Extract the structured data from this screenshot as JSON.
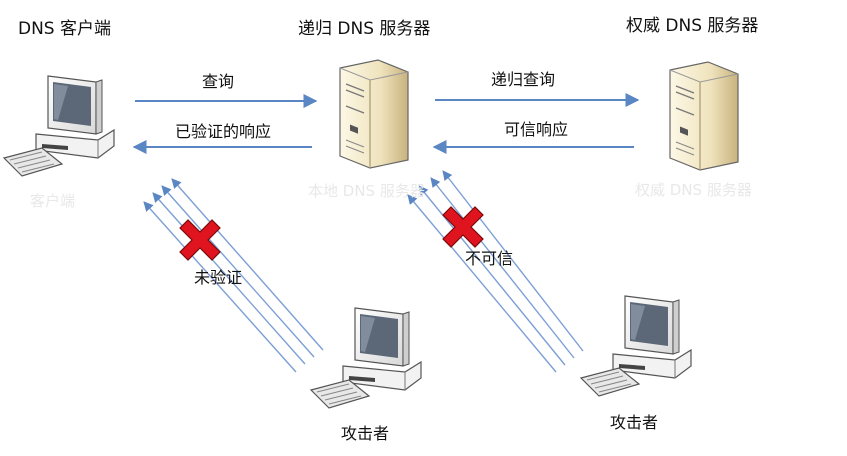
{
  "titles": {
    "client": "DNS 客户端",
    "recursive": "递归 DNS 服务器",
    "authoritative": "权威 DNS 服务器"
  },
  "arrows": {
    "query": "查询",
    "verified_response": "已验证的响应",
    "recursive_query": "递归查询",
    "trusted_response": "可信响应"
  },
  "reflections": {
    "client": "客户端",
    "local_server": "本地 DNS 服务器",
    "authoritative_server": "权威 DNS 服务器"
  },
  "attacks": {
    "unverified": "未验证",
    "untrusted": "不可信"
  },
  "attackers": {
    "left": "攻击者",
    "right": "攻击者"
  },
  "colors": {
    "arrow": "#5b86c4",
    "cross": "#e0141e",
    "server_body": "#f0e6c4",
    "monitor_screen": "#5c6878"
  },
  "icons": [
    "computer-icon",
    "server-icon",
    "red-x-icon"
  ]
}
